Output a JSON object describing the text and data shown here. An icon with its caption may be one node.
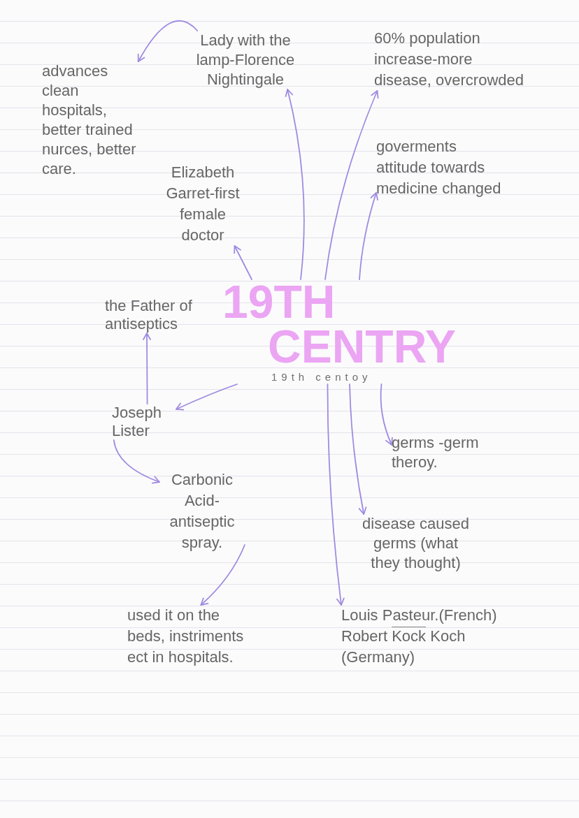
{
  "diagram": {
    "nodes": [
      {
        "text": [
          "19TH CENTRY",
          "19th centoy"
        ]
      },
      {
        "text": [
          "Lady with the lamp-Florence Nightingale"
        ]
      },
      {
        "text": [
          "advances clean hospitals, better trained nurces, better care."
        ]
      },
      {
        "text": [
          "Elizabeth Garret-first female doctor"
        ]
      },
      {
        "text": [
          "60% population increase-more disease, overcrowded"
        ]
      },
      {
        "text": [
          "goverments attitude towards medicine changed"
        ]
      },
      {
        "text": [
          "the Father of antiseptics"
        ]
      },
      {
        "text": [
          "Joseph Lister"
        ]
      },
      {
        "text": [
          "Carbonic Acid-antiseptic spray."
        ]
      },
      {
        "text": [
          "used it on the beds, instriments ect in hospitals."
        ]
      },
      {
        "text": [
          "germs -germ theroy."
        ]
      },
      {
        "text": [
          "disease caused germs (what they thought)"
        ]
      },
      {
        "text": [
          "Louis Pasteur.(French) Robert",
          "Kock",
          "Koch (Germany)"
        ]
      }
    ],
    "edges": [
      {
        "from": 1,
        "to": 2,
        "arrow": "to"
      },
      {
        "from": 0,
        "to": 1,
        "arrow": "to"
      },
      {
        "from": 0,
        "to": 3,
        "arrow": "to"
      },
      {
        "from": 0,
        "to": 4,
        "arrow": "to"
      },
      {
        "from": 0,
        "to": 5,
        "arrow": "to"
      },
      {
        "from": 0,
        "to": 7,
        "arrow": "to"
      },
      {
        "from": 7,
        "to": 6,
        "arrow": "to"
      },
      {
        "from": 7,
        "to": 8,
        "arrow": "to"
      },
      {
        "from": 8,
        "to": 9,
        "arrow": "to"
      },
      {
        "from": 0,
        "to": 12,
        "arrow": "to"
      },
      {
        "from": 0,
        "to": 11,
        "arrow": "to"
      },
      {
        "from": 0,
        "to": 10,
        "arrow": "to"
      }
    ]
  }
}
